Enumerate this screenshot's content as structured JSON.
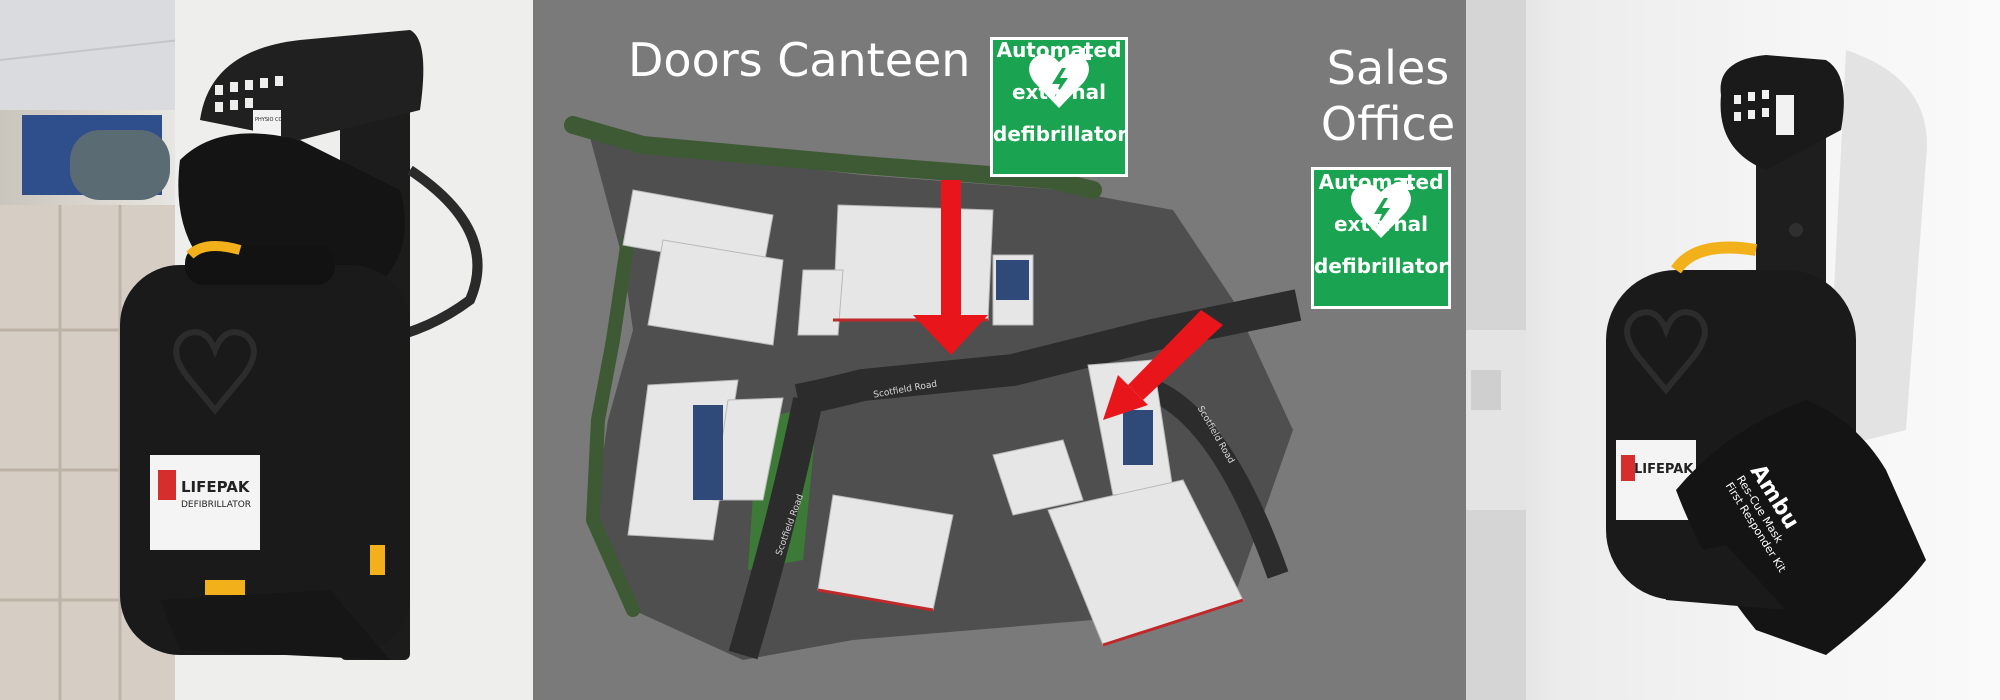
{
  "left_photo": {
    "device_brand": "LIFEPAK",
    "device_type": "DEFIBRILLATOR",
    "case_tag": "PHYSIO CONTROL"
  },
  "map": {
    "labels": {
      "canteen": "Doors Canteen",
      "sales_line1": "Sales",
      "sales_line2": "Office"
    },
    "roads": [
      "Scotfield Road",
      "Scotfield Road",
      "Scotfield Road"
    ],
    "colors": {
      "background": "#7a7a7a",
      "arrow": "#e8151b",
      "sign": "#1aa350"
    }
  },
  "signs": [
    {
      "line1": "Automated",
      "line2": "external",
      "line3": "defibrillator",
      "icon": "aed-heart-icon"
    },
    {
      "line1": "Automated",
      "line2": "external",
      "line3": "defibrillator",
      "icon": "aed-heart-icon"
    }
  ],
  "right_photo": {
    "device_brand": "LIFEPAK",
    "kit_brand": "Ambu",
    "kit_line1": "Res-Cue Mask",
    "kit_line2": "First Responder Kit"
  }
}
